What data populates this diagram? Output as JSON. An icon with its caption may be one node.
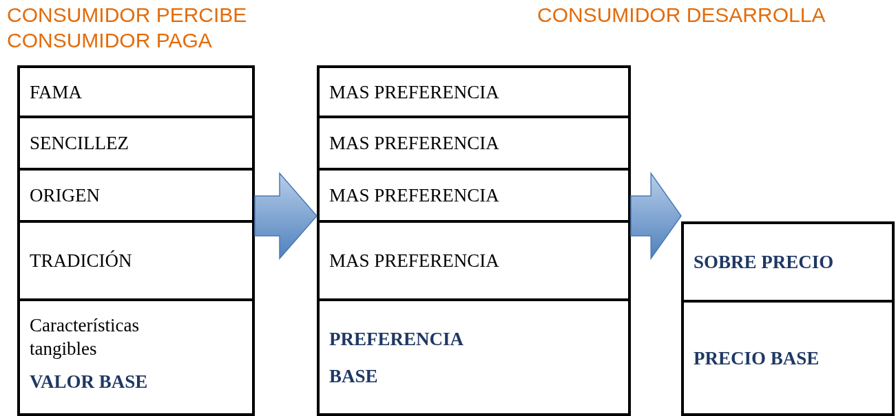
{
  "diagram": {
    "nodes": [
      {
        "text": [],
        "shape": "box"
      },
      {
        "text": [
          "FAMA"
        ],
        "in": 0
      },
      {
        "text": [
          "SENCILLEZ"
        ],
        "in": 0
      },
      {
        "text": [
          "ORIGEN"
        ],
        "in": 0
      },
      {
        "text": [
          "TRADICIÓN"
        ],
        "in": 0
      },
      {
        "text": [
          "Características tangibles",
          "VALOR BASE"
        ],
        "in": 0
      },
      {
        "text": [],
        "shape": "box"
      },
      {
        "text": [
          "MAS PREFERENCIA"
        ],
        "in": 6
      },
      {
        "text": [
          "MAS PREFERENCIA"
        ],
        "in": 6
      },
      {
        "text": [
          "MAS PREFERENCIA"
        ],
        "in": 6
      },
      {
        "text": [
          "MAS PREFERENCIA"
        ],
        "in": 6
      },
      {
        "text": [
          "PREFERENCIA BASE"
        ],
        "in": 6
      },
      {
        "text": [],
        "shape": "box"
      },
      {
        "text": [
          "SOBRE PRECIO"
        ],
        "in": 12
      },
      {
        "text": [
          "PRECIO BASE"
        ],
        "in": 12
      }
    ],
    "edges": [
      {
        "from": 0,
        "to": 6,
        "arrow": "to"
      },
      {
        "from": 6,
        "to": 12,
        "arrow": "to"
      }
    ],
    "labels": [
      "CONSUMIDOR PERCIBE",
      "CONSUMIDOR DESARROLLA",
      "CONSUMIDOR PAGA"
    ]
  }
}
